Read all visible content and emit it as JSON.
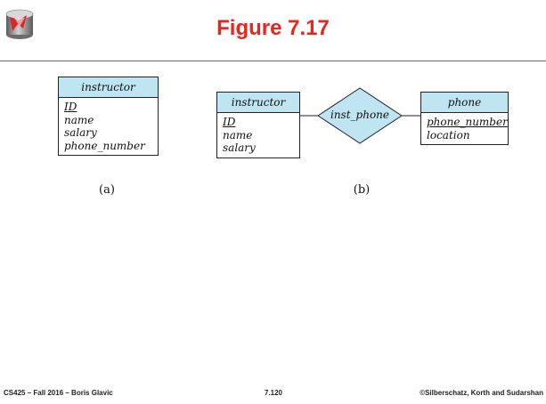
{
  "slide": {
    "title": "Figure 7.17"
  },
  "diagram_a": {
    "entity_name": "instructor",
    "attributes": [
      "ID",
      "name",
      "salary",
      "phone_number"
    ],
    "caption": "(a)"
  },
  "diagram_b": {
    "entity_instructor": {
      "name": "instructor",
      "attributes": [
        "ID",
        "name",
        "salary"
      ]
    },
    "relationship": "inst_phone",
    "entity_phone": {
      "name": "phone",
      "attributes": [
        "phone_number",
        "location"
      ]
    },
    "caption": "(b)"
  },
  "footer": {
    "left": "CS425 – Fall 2016 – Boris Glavic",
    "center": "7.120",
    "right": "©Silberschatz, Korth and Sudarshan"
  },
  "colors": {
    "title": "#e8261e",
    "entity_header": "#bfe4f2",
    "relationship_fill": "#bfe4f2"
  }
}
